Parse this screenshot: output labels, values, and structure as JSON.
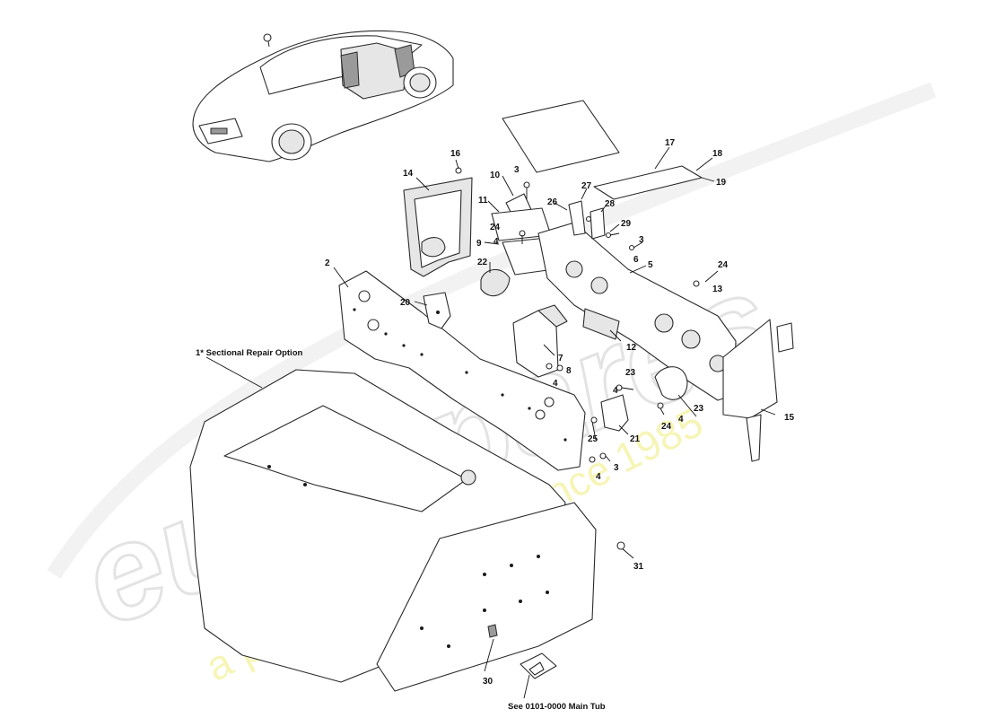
{
  "watermark": {
    "brand": "eurospares",
    "tagline": "a passion for parts since 1985"
  },
  "captions": {
    "sectional": "1* Sectional Repair Option",
    "main_tub": "See 0101-0000 Main Tub"
  },
  "callouts": [
    {
      "id": "c3a",
      "label": "3"
    },
    {
      "id": "c10",
      "label": "10"
    },
    {
      "id": "c16",
      "label": "16"
    },
    {
      "id": "c14",
      "label": "14"
    },
    {
      "id": "c11",
      "label": "11"
    },
    {
      "id": "c24a",
      "label": "24"
    },
    {
      "id": "c4a",
      "label": "4"
    },
    {
      "id": "c9",
      "label": "9"
    },
    {
      "id": "c22",
      "label": "22"
    },
    {
      "id": "c2",
      "label": "2"
    },
    {
      "id": "c20",
      "label": "20"
    },
    {
      "id": "c17",
      "label": "17"
    },
    {
      "id": "c18",
      "label": "18"
    },
    {
      "id": "c19",
      "label": "19"
    },
    {
      "id": "c26",
      "label": "26"
    },
    {
      "id": "c27",
      "label": "27"
    },
    {
      "id": "c28",
      "label": "28"
    },
    {
      "id": "c29",
      "label": "29"
    },
    {
      "id": "c3b",
      "label": "3"
    },
    {
      "id": "c6",
      "label": "6"
    },
    {
      "id": "c5",
      "label": "5"
    },
    {
      "id": "c24b",
      "label": "24"
    },
    {
      "id": "c13",
      "label": "13"
    },
    {
      "id": "c12",
      "label": "12"
    },
    {
      "id": "c7",
      "label": "7"
    },
    {
      "id": "c8",
      "label": "8"
    },
    {
      "id": "c4b",
      "label": "4"
    },
    {
      "id": "c23a",
      "label": "23"
    },
    {
      "id": "c4c",
      "label": "4"
    },
    {
      "id": "c23b",
      "label": "23"
    },
    {
      "id": "c24c",
      "label": "24"
    },
    {
      "id": "c4d",
      "label": "4"
    },
    {
      "id": "c15",
      "label": "15"
    },
    {
      "id": "c25",
      "label": "25"
    },
    {
      "id": "c21",
      "label": "21"
    },
    {
      "id": "c3c",
      "label": "3"
    },
    {
      "id": "c4e",
      "label": "4"
    },
    {
      "id": "c31",
      "label": "31"
    },
    {
      "id": "c30",
      "label": "30"
    }
  ]
}
